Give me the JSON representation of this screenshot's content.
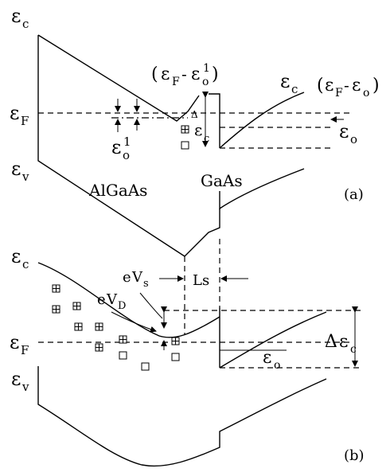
{
  "labels": {
    "eps_c": "ε",
    "eps_c_sub": "c",
    "eps_v": "ε",
    "eps_v_sub": "v",
    "eps_F": "ε",
    "eps_F_sub": "F",
    "eps_o": "ε",
    "eps_o_sub": "o",
    "eps_o1": "ε",
    "eps_o1_sub": "o",
    "eps_o1_sup": "1",
    "delta_eps_c_prefix": "Δ",
    "delta_eps_c": "ε",
    "delta_eps_c_sub": "c",
    "algaas": "AlGaAs",
    "gaas": "GaAs",
    "panel_a": "(a)",
    "panel_b": "(b)",
    "eF_minus_eo1_open": "(",
    "eF_minus_eo1_minus": "-",
    "eF_minus_eo1_close": ")",
    "eF_minus_eo_open": "(",
    "eF_minus_eo_minus": "-",
    "eF_minus_eo_close": ")",
    "eVs_e": "e",
    "eVs_V": "V",
    "eVs_sub": "s",
    "eVD_e": "e",
    "eVD_V": "V",
    "eVD_sub": "D",
    "ls": "Ls"
  }
}
